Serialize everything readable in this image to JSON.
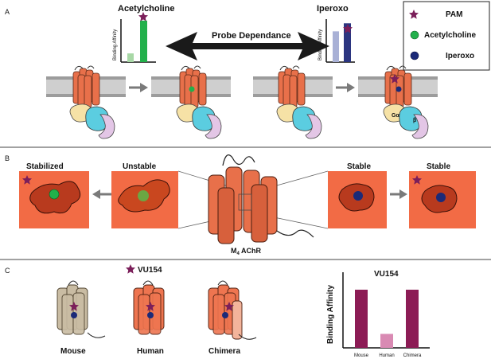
{
  "panels": {
    "a": "A",
    "b": "B",
    "c": "C"
  },
  "legend": {
    "pam": "PAM",
    "acetylcholine": "Acetylcholine",
    "iperoxo": "Iperoxo",
    "colors": {
      "pam": "#7b1f5a",
      "acetylcholine": "#22b04b",
      "iperoxo": "#1b2a78"
    }
  },
  "panel_a": {
    "left_title": "Acetylcholine",
    "right_title": "Iperoxo",
    "arrow_label": "Probe Dependance",
    "axis_label": "Binding Affinity",
    "g_protein_alpha": "Gα",
    "g_protein_beta": "β",
    "chart_ach": {
      "without_pam": 0.13,
      "with_pam": 0.62,
      "colors": [
        "#a8d8a6",
        "#22b04b"
      ]
    },
    "chart_ipx": {
      "without_pam": 0.46,
      "with_pam": 0.58,
      "colors": [
        "#a9b1d6",
        "#2b3580"
      ]
    }
  },
  "panel_b": {
    "stabilized": "Stabilized",
    "unstable": "Unstable",
    "stable_1": "Stable",
    "stable_2": "Stable",
    "receptor_label": "M",
    "receptor_subscript": "4",
    "receptor_suffix": " AChR"
  },
  "panel_c": {
    "pam_name": "VU154",
    "species": [
      "Mouse",
      "Human",
      "Chimera"
    ],
    "chart_title": "VU154",
    "chart_ylabel": "Binding Affinity"
  },
  "chart_data": {
    "type": "bar",
    "title": "VU154",
    "ylabel": "Binding Affinity",
    "xlabel": "",
    "categories": [
      "Mouse",
      "Human",
      "Chimera"
    ],
    "values": [
      1.0,
      0.24,
      1.0
    ],
    "colors": [
      "#8c1c55",
      "#d98ab3",
      "#8c1c55"
    ],
    "ylim": [
      0,
      1.3
    ]
  }
}
